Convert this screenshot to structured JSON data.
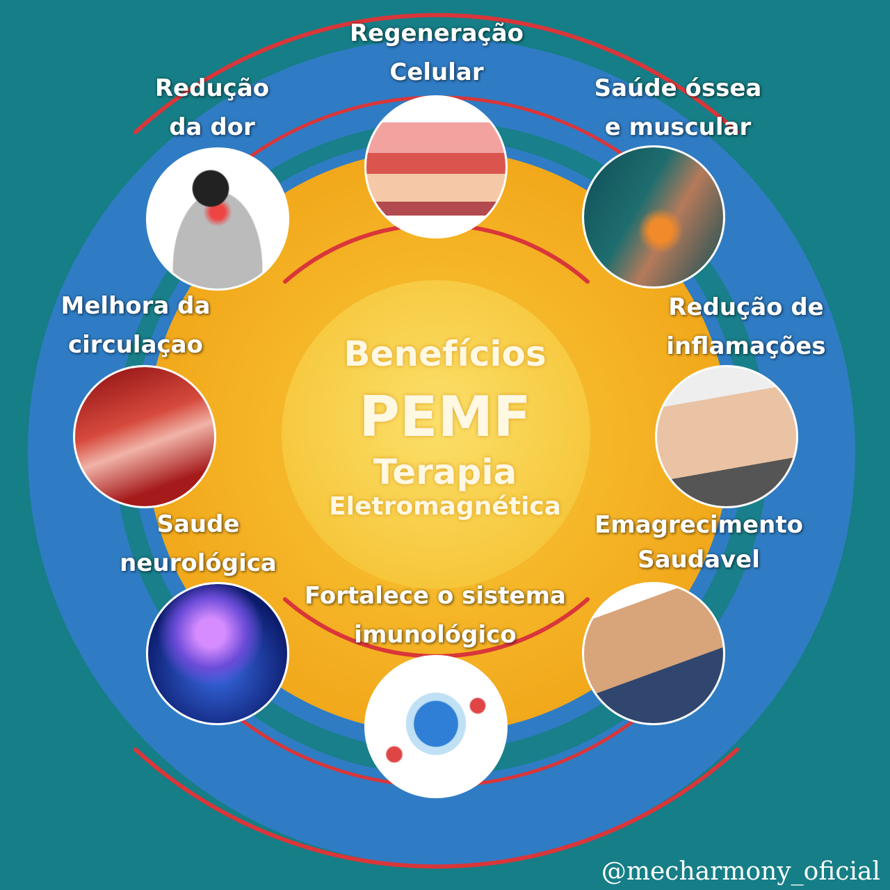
{
  "center": {
    "line1": "Benefícios",
    "line2": "PEMF",
    "line3": "Terapia",
    "line4": "Eletromagnética"
  },
  "benefits": [
    {
      "line1": "Regeneração",
      "line2": "Celular",
      "icon": "skin-cells-icon"
    },
    {
      "line1": "Redução",
      "line2": "da dor",
      "icon": "neck-pain-icon"
    },
    {
      "line1": "Saúde óssea",
      "line2": "e muscular",
      "icon": "knee-icon"
    },
    {
      "line1": "Melhora da",
      "line2": "circulaçao",
      "icon": "blood-vessel-icon"
    },
    {
      "line1": "Redução de",
      "line2": "inflamações",
      "icon": "leg-massage-icon"
    },
    {
      "line1": "Saude",
      "line2": "neurológica",
      "icon": "brain-icon"
    },
    {
      "line1": "Emagrecimento",
      "line2": "Saudavel",
      "icon": "waist-measure-icon"
    },
    {
      "line1": "Fortalece o sistema",
      "line2": "imunológico",
      "icon": "immune-shield-icon"
    }
  ],
  "handle": "@mecharmony_oficial",
  "colors": {
    "background": "#167e86",
    "outer_circle": "#2f7cc4",
    "yellow": "#f5b324",
    "center_circle": "#f8d451",
    "arc": "#d9363a"
  }
}
